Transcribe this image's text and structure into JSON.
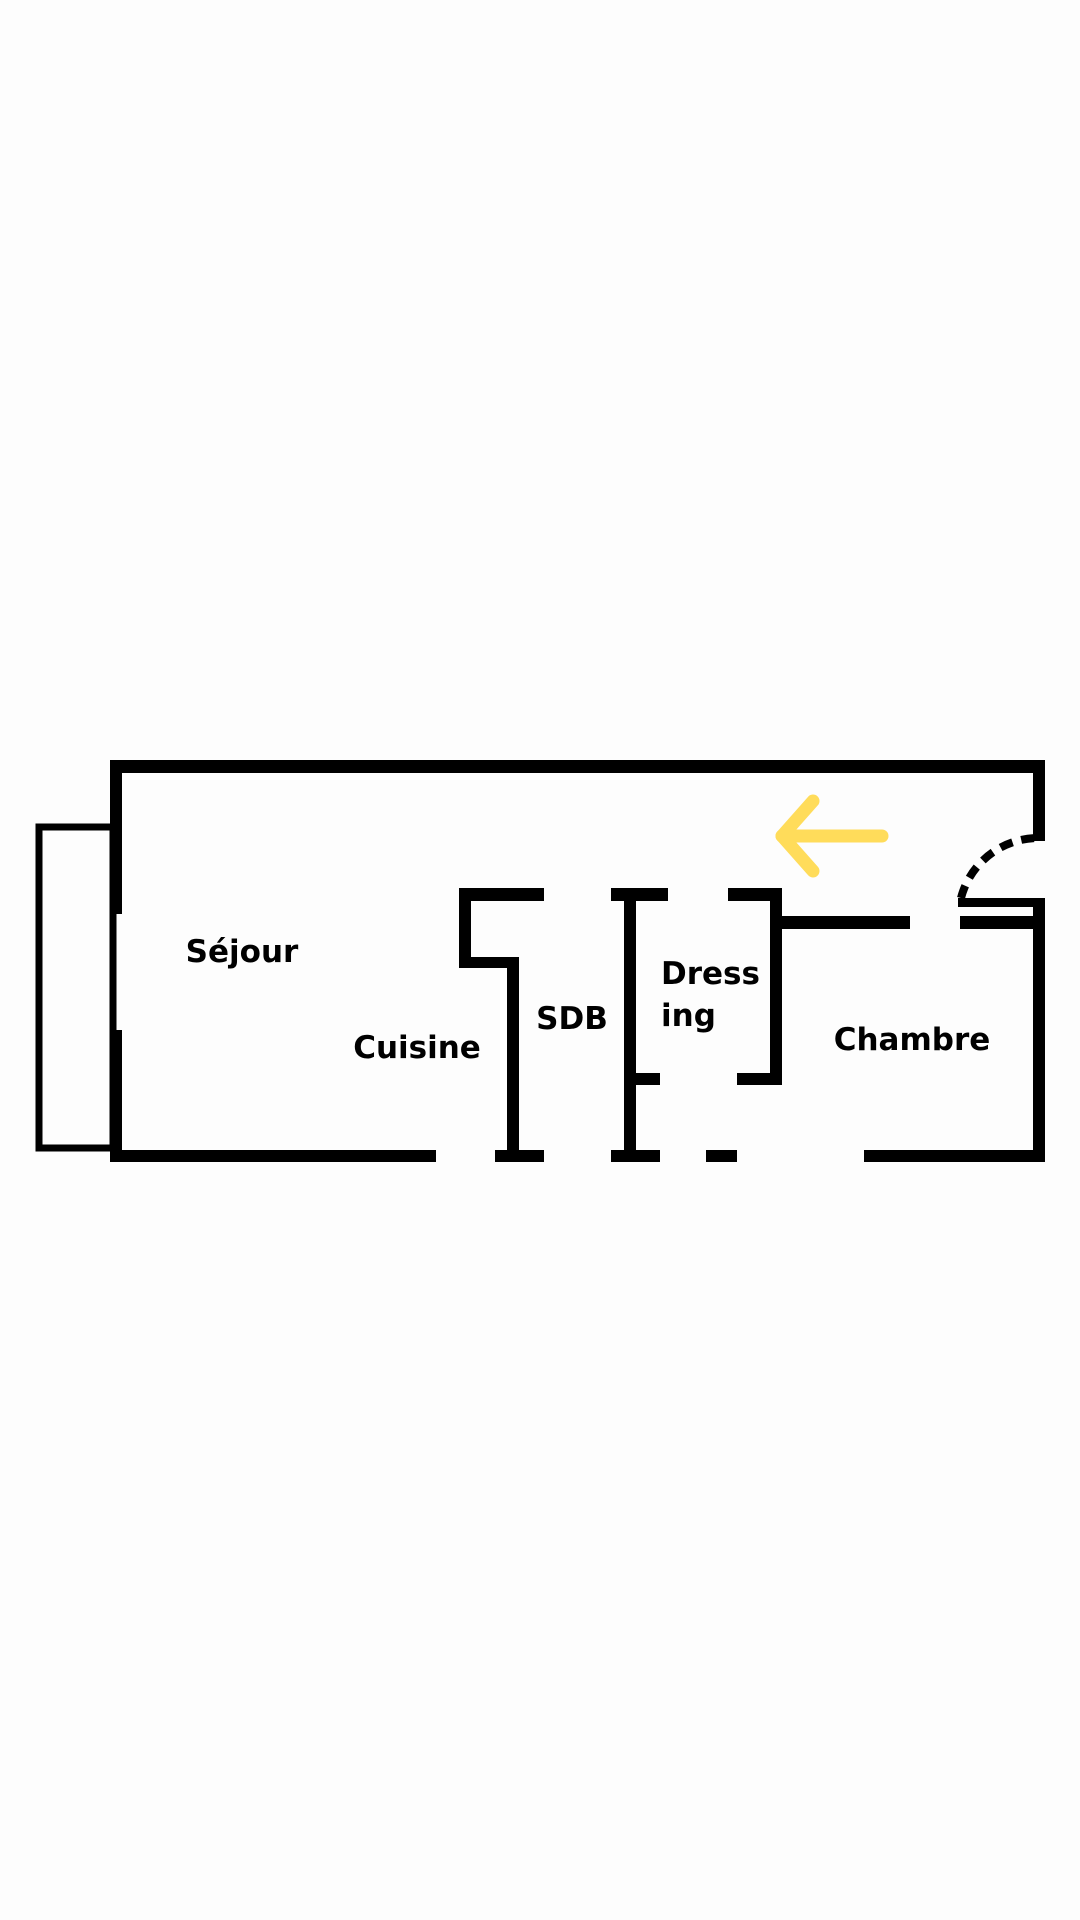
{
  "floorplan": {
    "rooms": {
      "sejour": "Séjour",
      "cuisine": "Cuisine",
      "sdb": "SDB",
      "dressing_line1": "Dress",
      "dressing_line2": "ing",
      "chambre": "Chambre"
    },
    "colors": {
      "wall": "#000000",
      "arrow": "#FFDC5A",
      "background": "#FDFDFD"
    },
    "icons": {
      "entrance_arrow": "arrow-left-icon",
      "door_swing": "door-arc-icon"
    }
  }
}
